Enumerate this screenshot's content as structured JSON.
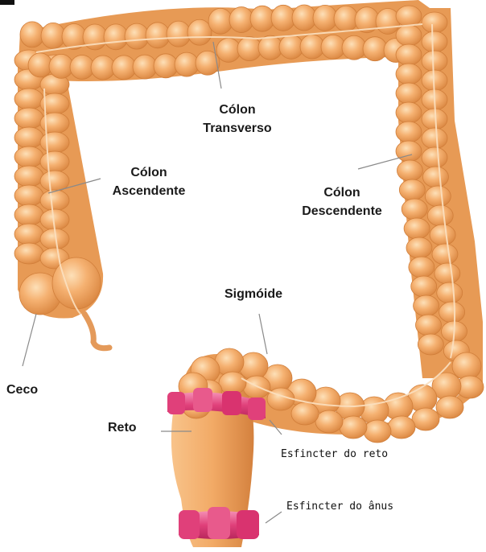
{
  "diagram": {
    "labels": {
      "colon_transverso": [
        "Cólon",
        "Transverso"
      ],
      "colon_ascendente": [
        "Cólon",
        "Ascendente"
      ],
      "colon_descendente": [
        "Cólon",
        "Descendente"
      ],
      "sigmoide": "Sigmóide",
      "ceco": "Ceco",
      "reto": "Reto",
      "esfincter_reto": "Esfincter do reto",
      "esfincter_anus": "Esfincter do ânus"
    },
    "colors": {
      "colon_fill": "#f2a964",
      "colon_shadow": "#d98a45",
      "colon_highlight": "#fbd3a0",
      "sphincter": "#e0407a",
      "sphincter_light": "#f27aa6",
      "leader_line": "#8a8a8a"
    }
  }
}
